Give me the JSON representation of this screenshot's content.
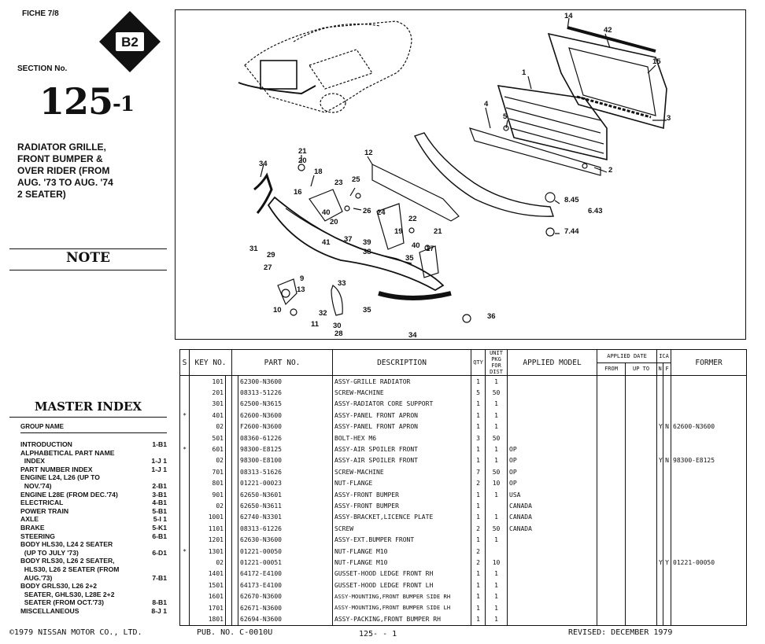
{
  "header": {
    "fiche": "FICHE 7/8",
    "badge": "B2",
    "section_label": "SECTION No.",
    "section_number": "125",
    "section_suffix": "-1",
    "title": "RADIATOR GRILLE,\nFRONT BUMPER &\nOVER RIDER (FROM\nAUG. '73 TO AUG. '74\n2 SEATER)"
  },
  "note": {
    "title": "NOTE"
  },
  "master_index": {
    "title": "MASTER INDEX",
    "group_label": "GROUP NAME",
    "items": [
      {
        "name": "INTRODUCTION",
        "page": "1-B1"
      },
      {
        "name": "ALPHABETICAL PART NAME",
        "page": ""
      },
      {
        "name": "  INDEX",
        "page": "1-J 1"
      },
      {
        "name": "PART NUMBER INDEX",
        "page": "1-J 1"
      },
      {
        "name": "ENGINE L24, L26 (UP TO",
        "page": ""
      },
      {
        "name": "  NOV.'74)",
        "page": "2-B1"
      },
      {
        "name": "ENGINE L28E (FROM DEC.'74)",
        "page": "3-B1"
      },
      {
        "name": "ELECTRICAL",
        "page": "4-B1"
      },
      {
        "name": "POWER TRAIN",
        "page": "5-B1"
      },
      {
        "name": "AXLE",
        "page": "5-I 1"
      },
      {
        "name": "BRAKE",
        "page": "5-K1"
      },
      {
        "name": "STEERING",
        "page": "6-B1"
      },
      {
        "name": "BODY HLS30, L24 2 SEATER",
        "page": ""
      },
      {
        "name": "  (UP TO JULY '73)",
        "page": "6-D1"
      },
      {
        "name": "BODY RLS30, L26 2 SEATER,",
        "page": ""
      },
      {
        "name": "  HLS30, L26 2 SEATER (FROM",
        "page": ""
      },
      {
        "name": "  AUG.'73)",
        "page": "7-B1"
      },
      {
        "name": "BODY GRLS30, L26 2+2",
        "page": ""
      },
      {
        "name": "  SEATER, GHLS30, L28E 2+2",
        "page": ""
      },
      {
        "name": "  SEATER (FROM OCT.'73)",
        "page": "8-B1"
      },
      {
        "name": "MISCELLANEOUS",
        "page": "8-J 1"
      }
    ]
  },
  "diagram": {
    "callouts": [
      "14",
      "42",
      "15",
      "1",
      "3",
      "4",
      "5",
      "2",
      "12",
      "21",
      "20",
      "18",
      "34",
      "23",
      "25",
      "16",
      "26",
      "24",
      "8.45",
      "6.43",
      "40",
      "22",
      "7.44",
      "19",
      "21",
      "20",
      "37",
      "40",
      "39",
      "41",
      "31",
      "17",
      "38",
      "35",
      "29",
      "27",
      "9",
      "33",
      "13",
      "32",
      "35",
      "10",
      "11",
      "30",
      "28",
      "34",
      "36"
    ]
  },
  "table": {
    "headers": {
      "s": "S",
      "key": "KEY NO.",
      "part": "PART  NO.",
      "desc": "DESCRIPTION",
      "qty": "QTY",
      "unit": "UNIT PKG FOR DIST",
      "model": "APPLIED MODEL",
      "date": "APPLIED DATE",
      "from": "FROM",
      "upto": "UP TO",
      "ica": "ICA",
      "n": "N",
      "f": "F",
      "former": "FORMER"
    },
    "rows": [
      {
        "s": "",
        "key": "101",
        "part": "62300-N3600",
        "desc": "ASSY-GRILLE RADIATOR",
        "qty": "1",
        "unit": "1",
        "model": "",
        "n": "",
        "f": "",
        "former": ""
      },
      {
        "s": "",
        "key": "201",
        "part": "08313-51226",
        "desc": "SCREW-MACHINE",
        "qty": "5",
        "unit": "50",
        "model": "",
        "n": "",
        "f": "",
        "former": ""
      },
      {
        "s": "",
        "key": "301",
        "part": "62500-N3615",
        "desc": "ASSY-RADIATOR CORE SUPPORT",
        "qty": "1",
        "unit": "1",
        "model": "",
        "n": "",
        "f": "",
        "former": ""
      },
      {
        "s": "*",
        "key": "401",
        "part": "62600-N3600",
        "desc": "ASSY-PANEL FRONT APRON",
        "qty": "1",
        "unit": "1",
        "model": "",
        "n": "",
        "f": "",
        "former": ""
      },
      {
        "s": "",
        "key": "02",
        "part": "F2600-N3600",
        "desc": "ASSY-PANEL FRONT APRON",
        "qty": "1",
        "unit": "1",
        "model": "",
        "n": "Y",
        "f": "N",
        "former": "62600-N3600"
      },
      {
        "s": "",
        "key": "501",
        "part": "08360-61226",
        "desc": "BOLT-HEX M6",
        "qty": "3",
        "unit": "50",
        "model": "",
        "n": "",
        "f": "",
        "former": ""
      },
      {
        "s": "*",
        "key": "601",
        "part": "98300-E8125",
        "desc": "ASSY-AIR SPOILER FRONT",
        "qty": "1",
        "unit": "1",
        "model": "OP",
        "n": "",
        "f": "",
        "former": ""
      },
      {
        "s": "",
        "key": "02",
        "part": "98300-E8100",
        "desc": "ASSY-AIR SPOILER FRONT",
        "qty": "1",
        "unit": "1",
        "model": "OP",
        "n": "Y",
        "f": "N",
        "former": "98300-E8125"
      },
      {
        "s": "",
        "key": "701",
        "part": "08313-51626",
        "desc": "SCREW-MACHINE",
        "qty": "7",
        "unit": "50",
        "model": "OP",
        "n": "",
        "f": "",
        "former": ""
      },
      {
        "s": "",
        "key": "801",
        "part": "01221-00023",
        "desc": "NUT-FLANGE",
        "qty": "2",
        "unit": "10",
        "model": "OP",
        "n": "",
        "f": "",
        "former": ""
      },
      {
        "s": "",
        "key": "901",
        "part": "62650-N3601",
        "desc": "ASSY-FRONT BUMPER",
        "qty": "1",
        "unit": "1",
        "model": "USA",
        "n": "",
        "f": "",
        "former": ""
      },
      {
        "s": "",
        "key": "02",
        "part": "62650-N3611",
        "desc": "ASSY-FRONT BUMPER",
        "qty": "1",
        "unit": "",
        "model": "CANADA",
        "n": "",
        "f": "",
        "former": ""
      },
      {
        "s": "",
        "key": "1001",
        "part": "62740-N3301",
        "desc": "ASSY-BRACKET,LICENCE PLATE",
        "qty": "1",
        "unit": "1",
        "model": "CANADA",
        "n": "",
        "f": "",
        "former": ""
      },
      {
        "s": "",
        "key": "1101",
        "part": "08313-61226",
        "desc": "SCREW",
        "qty": "2",
        "unit": "50",
        "model": "CANADA",
        "n": "",
        "f": "",
        "former": ""
      },
      {
        "s": "",
        "key": "1201",
        "part": "62630-N3600",
        "desc": "ASSY-EXT.BUMPER FRONT",
        "qty": "1",
        "unit": "1",
        "model": "",
        "n": "",
        "f": "",
        "former": ""
      },
      {
        "s": "*",
        "key": "1301",
        "part": "01221-00050",
        "desc": "NUT-FLANGE M10",
        "qty": "2",
        "unit": "",
        "model": "",
        "n": "",
        "f": "",
        "former": ""
      },
      {
        "s": "",
        "key": "02",
        "part": "01221-00051",
        "desc": "NUT-FLANGE M10",
        "qty": "2",
        "unit": "10",
        "model": "",
        "n": "Y",
        "f": "Y",
        "former": "01221-00050"
      },
      {
        "s": "",
        "key": "1401",
        "part": "64172-E4100",
        "desc": "GUSSET-HOOD LEDGE FRONT RH",
        "qty": "1",
        "unit": "1",
        "model": "",
        "n": "",
        "f": "",
        "former": ""
      },
      {
        "s": "",
        "key": "1501",
        "part": "64173-E4100",
        "desc": "GUSSET-HOOD LEDGE FRONT LH",
        "qty": "1",
        "unit": "1",
        "model": "",
        "n": "",
        "f": "",
        "former": ""
      },
      {
        "s": "",
        "key": "1601",
        "part": "62670-N3600",
        "desc": "ASSY-MOUNTING,FRONT BUMPER SIDE RH",
        "qty": "1",
        "unit": "1",
        "model": "",
        "n": "",
        "f": "",
        "former": ""
      },
      {
        "s": "",
        "key": "1701",
        "part": "62671-N3600",
        "desc": "ASSY-MOUNTING,FRONT BUMPER SIDE LH",
        "qty": "1",
        "unit": "1",
        "model": "",
        "n": "",
        "f": "",
        "former": ""
      },
      {
        "s": "",
        "key": "1801",
        "part": "62694-N3600",
        "desc": "ASSY-PACKING,FRONT BUMPER RH",
        "qty": "1",
        "unit": "1",
        "model": "",
        "n": "",
        "f": "",
        "former": ""
      }
    ]
  },
  "footer": {
    "copyright": "©1979 NISSAN MOTOR CO., LTD.",
    "pub_no": "PUB. NO. C-0010U",
    "page": "125- - 1",
    "revised": "REVISED: DECEMBER 1979"
  }
}
